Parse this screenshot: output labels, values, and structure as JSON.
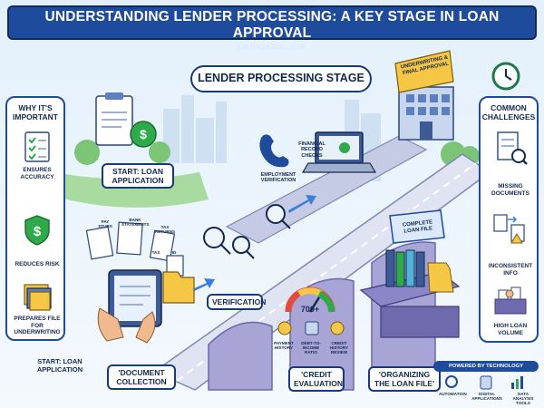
{
  "header": {
    "title": "UNDERSTANDING LENDER PROCESSING: A KEY STAGE IN LOAN APPROVAL",
    "source": "LetMagazine.co.uk"
  },
  "stage_title": "LENDER PROCESSING STAGE",
  "left_panel": {
    "title": "WHY IT'S IMPORTANT",
    "items": [
      {
        "label": "ENSURES ACCURACY",
        "icon": "checklist-icon"
      },
      {
        "label": "REDUCES RISK",
        "icon": "shield-dollar-icon"
      },
      {
        "label": "PREPARES FILE FOR UNDERWRITING",
        "icon": "folders-icon"
      }
    ]
  },
  "right_panel": {
    "title": "COMMON CHALLENGES",
    "items": [
      {
        "label": "MISSING DOCUMENTS",
        "icon": "missing-document-icon"
      },
      {
        "label": "INCONSISTENT INFO",
        "icon": "inconsistent-info-icon"
      },
      {
        "label": "HIGH LOAN VOLUME",
        "icon": "loan-volume-icon"
      }
    ]
  },
  "flow": {
    "start_top": "START: LOAN APPLICATION",
    "start_bottom": "START: LOAN APPLICATION",
    "document_collection": "'DOCUMENT COLLECTION",
    "verification": "VERIFICATION",
    "credit_evaluation": "'CREDIT EVALUATION",
    "organizing": "'ORGANIZING THE LOAN FILE'",
    "underwriting": "UNDERWRITING & FINAL APPROVAL"
  },
  "documents": {
    "pay_stubs": "PAY STUBS",
    "bank_statements": "BANK STATEMENTS",
    "tax_returns": "TAX RETURNS",
    "tax": "TAX",
    "id": "ID"
  },
  "checks": {
    "employment": "EMPLOYMENT VERIFICATION",
    "financial": "FINANCIAL RECORD CHECKS"
  },
  "credit": {
    "score": "700+",
    "payment_history": "PAYMENT HISTORY",
    "dti": "DEBT-TO-INCOME RATIO",
    "credit_history": "CREDIT HISTORY REVIEW"
  },
  "loan_file": "COMPLETE LOAN FILE",
  "technology": {
    "title": "POWERED BY TECHNOLOGY",
    "items": [
      "AUTOMATION",
      "DIGITAL APPLICATIONS",
      "DATA ANALYSIS TOOLS"
    ]
  },
  "colors": {
    "navy": "#1f4b9c",
    "dark": "#14284f",
    "green": "#2eaa4a",
    "road": "#9aa6c4",
    "bridge": "#a8a4d6"
  }
}
